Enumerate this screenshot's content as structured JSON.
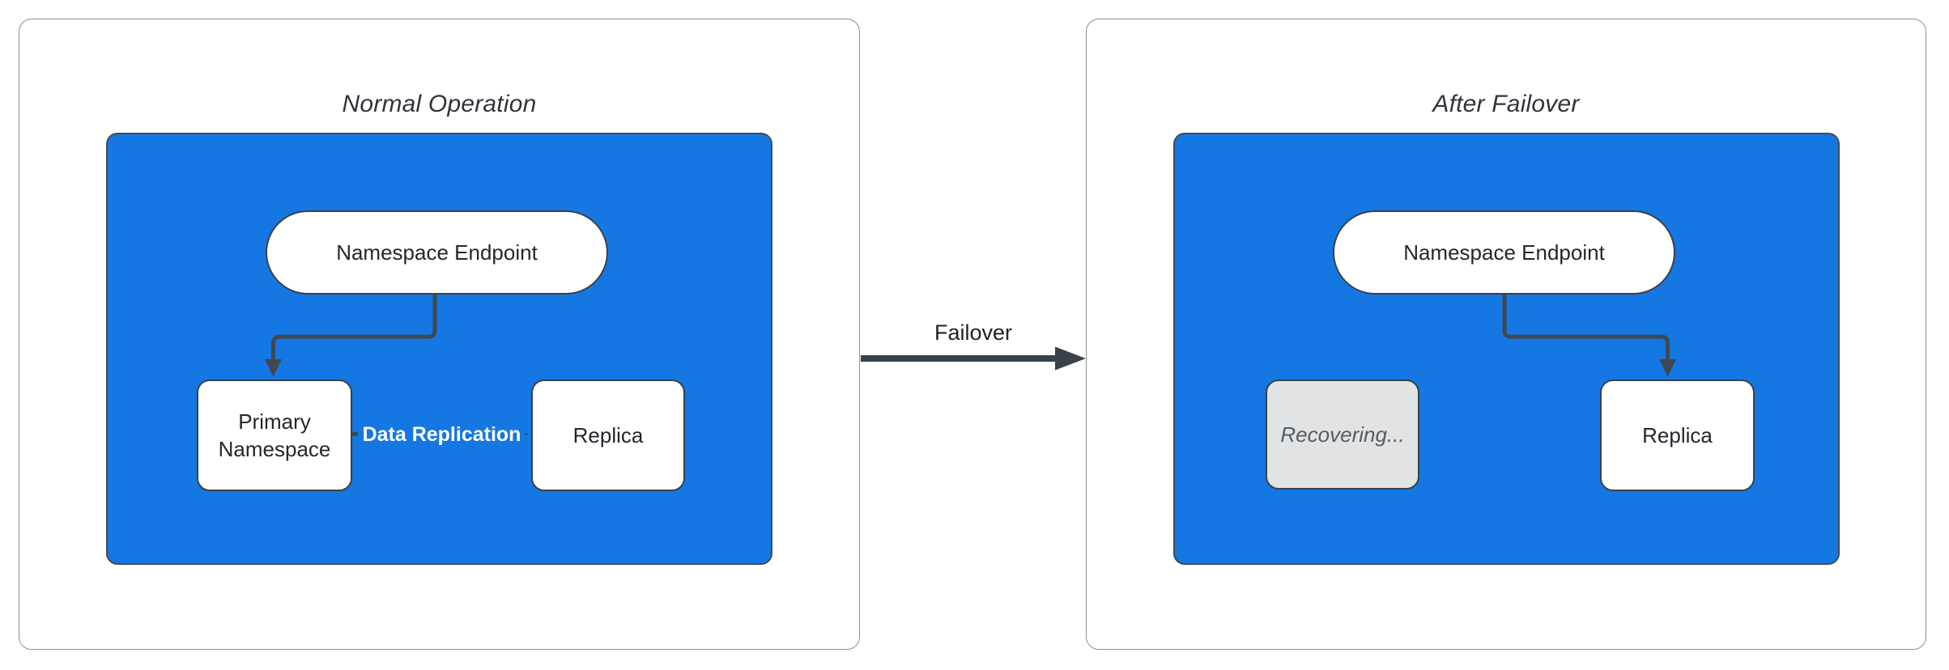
{
  "colors": {
    "cluster_blue": "#1577e2",
    "cluster_border": "#424c58",
    "arrow_dark": "#41474f",
    "node_border": "#3a414b",
    "node_text": "#23272d",
    "panel_border": "#8f8f8f",
    "recovering_fill": "#e2e3e5",
    "recovering_text": "#565c64",
    "edge_label_text": "#ffffff"
  },
  "panels": [
    {
      "title": "Normal Operation",
      "endpoint_label": "Namespace Endpoint",
      "primary_label": "Primary Namespace",
      "replica_label": "Replica",
      "replication_label": "Data Replication"
    },
    {
      "title": "After Failover",
      "endpoint_label": "Namespace Endpoint",
      "recovering_label": "Recovering...",
      "replica_label": "Replica"
    }
  ],
  "transition": {
    "label": "Failover"
  }
}
